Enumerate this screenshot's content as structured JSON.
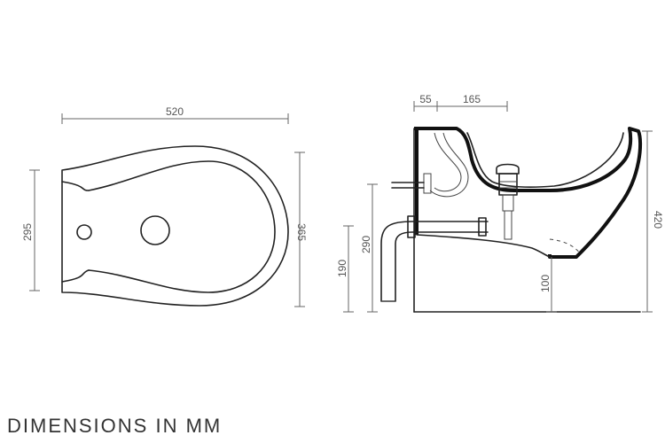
{
  "dimensions": {
    "top_width": "520",
    "top_inner_depth": "295",
    "top_outer_depth": "365",
    "side_top_a": "55",
    "side_top_b": "165",
    "side_height_290": "290",
    "side_height_190": "190",
    "side_height_100": "100",
    "side_height_420": "420"
  },
  "caption": "DIMENSIONS IN MM"
}
